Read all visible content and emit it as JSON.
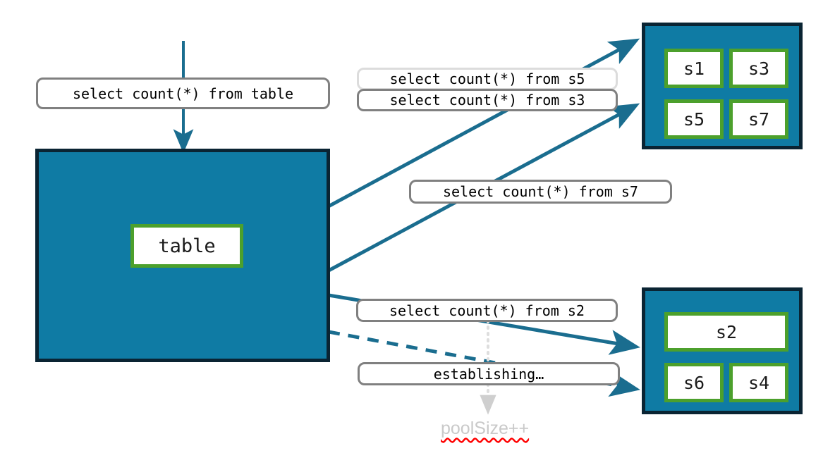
{
  "diagram": {
    "title": "connection pool query routing diagram",
    "colors": {
      "container_fill": "#0f7ba4",
      "container_border": "#0a2433",
      "cell_border": "#4ca02c",
      "cell_fill": "#ffffff",
      "edge": "#1a6d8f",
      "label_border": "#808080",
      "label_border_faded": "#dcdcdc",
      "annotation_text": "#c9c9c9",
      "spellcheck_underline": "#ff0000",
      "background": "#ffffff"
    },
    "containers": [
      {
        "id": "table-container",
        "name": "table-container",
        "cells": [
          {
            "id": "cell-table",
            "label": "table"
          }
        ]
      },
      {
        "id": "shard-group-upper",
        "name": "shard-group-upper",
        "cells": [
          {
            "id": "cell-s1",
            "label": "s1"
          },
          {
            "id": "cell-s3",
            "label": "s3"
          },
          {
            "id": "cell-s5",
            "label": "s5"
          },
          {
            "id": "cell-s7",
            "label": "s7"
          }
        ]
      },
      {
        "id": "shard-group-lower",
        "name": "shard-group-lower",
        "cells": [
          {
            "id": "cell-s2",
            "label": "s2"
          },
          {
            "id": "cell-s6",
            "label": "s6"
          },
          {
            "id": "cell-s4",
            "label": "s4"
          }
        ]
      }
    ],
    "labels": {
      "query_table": "select count(*) from table",
      "query_s5": "select count(*) from s5",
      "query_s3": "select count(*) from s3",
      "query_s7": "select count(*) from s7",
      "query_s2": "select count(*) from s2",
      "establishing": "establishing…",
      "pool_size": "poolSize++"
    },
    "edges": [
      {
        "id": "edge-incoming-query",
        "style": "solid",
        "arrow": true,
        "from": "top",
        "to": "table-container"
      },
      {
        "id": "edge-table-to-s5",
        "style": "solid",
        "arrow": true,
        "from": "table-container",
        "to": "shard-group-upper"
      },
      {
        "id": "edge-table-to-s7",
        "style": "solid",
        "arrow": true,
        "from": "table-container",
        "to": "shard-group-upper"
      },
      {
        "id": "edge-table-to-s2",
        "style": "solid",
        "arrow": true,
        "from": "table-container",
        "to": "shard-group-lower"
      },
      {
        "id": "edge-table-establishing",
        "style": "dashed",
        "arrow": true,
        "from": "table-container",
        "to": "shard-group-lower"
      },
      {
        "id": "edge-establishing-to-poolsize",
        "style": "dotted",
        "arrow": true,
        "from": "query_s2",
        "to": "pool_size"
      }
    ]
  }
}
